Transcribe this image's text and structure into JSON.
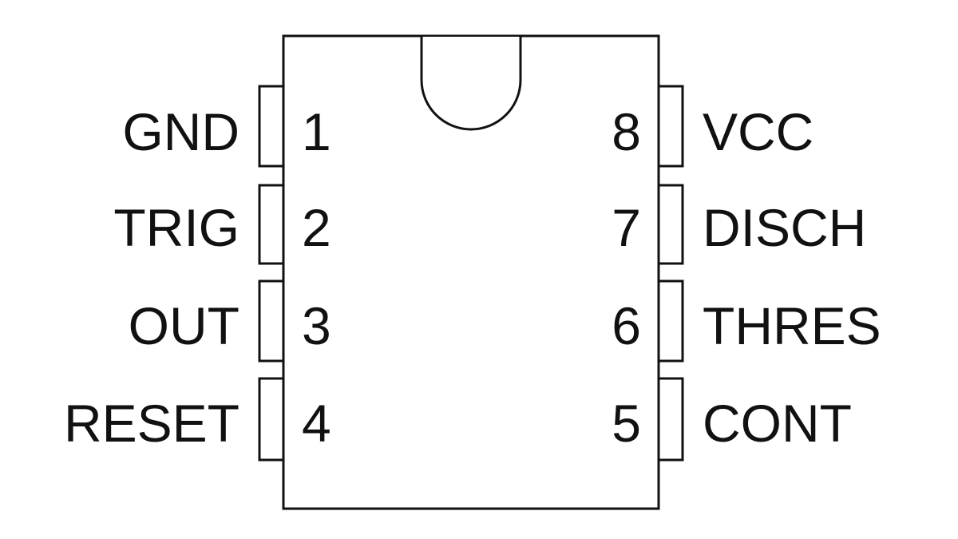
{
  "chip": {
    "left_pins": [
      {
        "number": "1",
        "label": "GND"
      },
      {
        "number": "2",
        "label": "TRIG"
      },
      {
        "number": "3",
        "label": "OUT"
      },
      {
        "number": "4",
        "label": "RESET"
      }
    ],
    "right_pins": [
      {
        "number": "8",
        "label": "VCC"
      },
      {
        "number": "7",
        "label": "DISCH"
      },
      {
        "number": "6",
        "label": "THRES"
      },
      {
        "number": "5",
        "label": "CONT"
      }
    ]
  },
  "colors": {
    "line": "#111111",
    "background": "#ffffff"
  }
}
